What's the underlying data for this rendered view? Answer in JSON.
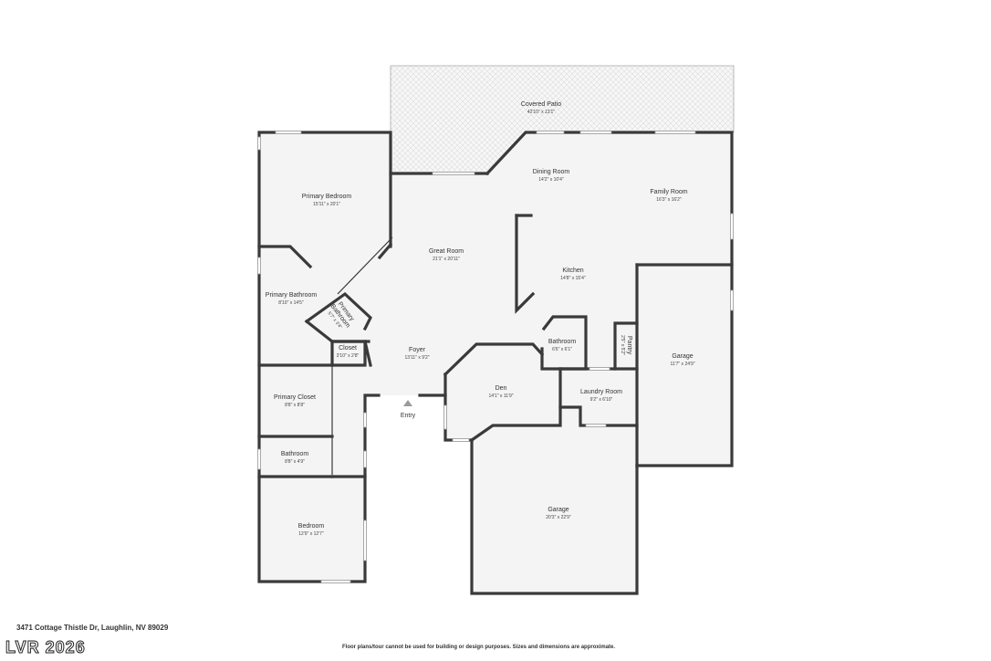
{
  "plan": {
    "rooms": [
      {
        "name": "Covered Patio",
        "dim": "42'10\" x 13'1\""
      },
      {
        "name": "Dining Room",
        "dim": "14'2\" x 10'4\""
      },
      {
        "name": "Family Room",
        "dim": "16'3\" x 16'2\""
      },
      {
        "name": "Primary Bedroom",
        "dim": "15'11\" x 20'1\""
      },
      {
        "name": "Great Room",
        "dim": "21'1\" x 20'11\""
      },
      {
        "name": "Kitchen",
        "dim": "14'8\" x 15'4\""
      },
      {
        "name": "Primary Bathroom",
        "dim": "8'10\" x 14'5\""
      },
      {
        "name": "Closet",
        "dim": "3'10\" x 2'8\""
      },
      {
        "name": "Foyer",
        "dim": "13'11\" x 9'2\""
      },
      {
        "name": "Bathroom",
        "dim": "6'6\" x 6'1\""
      },
      {
        "name": "Garage",
        "dim": "11'7\" x 24'9\""
      },
      {
        "name": "Den",
        "dim": "14'1\" x 11'9\""
      },
      {
        "name": "Laundry Room",
        "dim": "9'2\" x 6'10\""
      },
      {
        "name": "Primary Closet",
        "dim": "8'8\" x 8'8\""
      },
      {
        "name": "Bathroom",
        "dim": "8'8\" x 4'9\""
      },
      {
        "name": "Bedroom",
        "dim": "12'9\" x 12'7\""
      },
      {
        "name": "Garage",
        "dim": "20'3\" x 22'9\""
      }
    ],
    "rotated_rooms": [
      {
        "name1": "Primary",
        "name2": "Bathroom",
        "dim": "5'7\" x 3'4\""
      },
      {
        "name1": "Pantry",
        "name2": "",
        "dim": "2'5\" x 5'2\""
      }
    ],
    "entry_label": "Entry"
  },
  "footer": {
    "address": "3471 Cottage Thistle Dr, Laughlin, NV 89029",
    "watermark": "LVR 2026",
    "badge": " ",
    "disclaimer": "Floor plans/tour cannot be used for building or design purposes. Sizes and dimensions are approximate."
  }
}
